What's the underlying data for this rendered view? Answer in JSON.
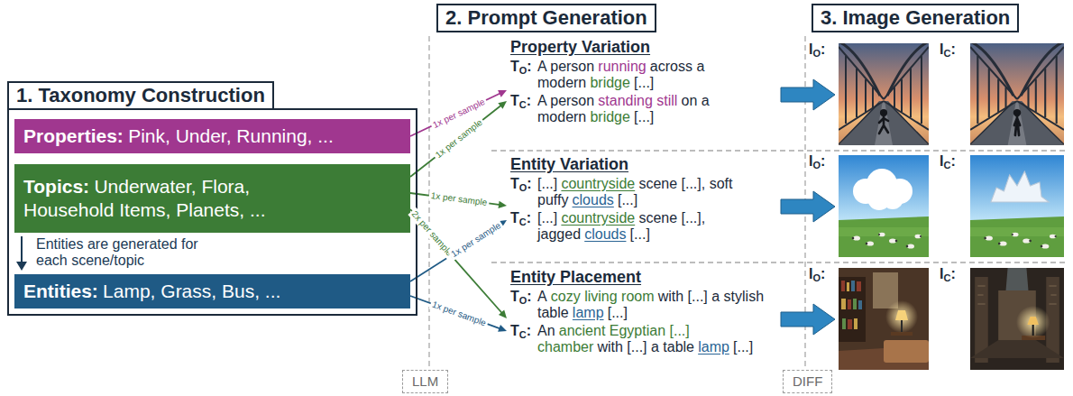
{
  "diagram": {
    "nodes": [
      {
        "text": [
          "1. Taxonomy Construction"
        ]
      },
      {
        "text": [
          "Properties:",
          "Pink, Under, Running, ..."
        ],
        "in": 0
      },
      {
        "text": [
          "Topics:",
          "Underwater, Flora, Household Items, Planets, ..."
        ],
        "in": 0
      },
      {
        "text": [
          "Entities:",
          "Lamp, Grass, Bus, ..."
        ],
        "in": 0
      },
      {
        "text": [
          "2. Prompt Generation"
        ]
      },
      {
        "text": [
          "Property Variation",
          "T",
          "O",
          ":",
          "A person",
          "running",
          "across a modern",
          "bridge",
          "[...]",
          "T",
          "C",
          ":",
          "A person",
          "standing still",
          "on a modern",
          "bridge",
          "[...]"
        ]
      },
      {
        "text": [
          "Entity Variation",
          "T",
          "O",
          ":",
          "[...]",
          "countryside",
          "scene [...], soft puffy",
          "clouds",
          "[...]",
          "T",
          "C",
          ":",
          "[...]",
          "countryside",
          "scene [...], jagged",
          "clouds",
          "[...]"
        ]
      },
      {
        "text": [
          "Entity Placement",
          "T",
          "O",
          ":",
          "A",
          "cozy living room",
          "with [...] a stylish table",
          "lamp",
          "[...]",
          "T",
          "C",
          ":",
          "An",
          "ancient Egyptian [...] chamber",
          "with [...] a table",
          "lamp",
          "[...]"
        ]
      },
      {
        "text": [
          "3. Image Generation"
        ]
      },
      {
        "text": [
          "LLM"
        ]
      },
      {
        "text": [
          "DIFF"
        ]
      }
    ],
    "edges": [
      {
        "from": 1,
        "to": 5,
        "arrow": "to",
        "label": "1x per sample"
      },
      {
        "from": 2,
        "to": 5,
        "arrow": "to",
        "label": "1x per sample"
      },
      {
        "from": 2,
        "to": 6,
        "arrow": "to",
        "label": "1x per sample"
      },
      {
        "from": 2,
        "to": 7,
        "arrow": "to",
        "label": "2x per sample"
      },
      {
        "from": 3,
        "to": 6,
        "arrow": "to",
        "label": "1x per sample"
      },
      {
        "from": 3,
        "to": 7,
        "arrow": "to",
        "label": "1x per sample"
      }
    ],
    "labels": [
      "Entities are generated for each scene/topic",
      "I",
      "O",
      ":",
      "I",
      "C",
      ":",
      "I",
      "O",
      ":",
      "I",
      "C",
      ":",
      "I",
      "O",
      ":",
      "I",
      "C",
      ":"
    ]
  }
}
